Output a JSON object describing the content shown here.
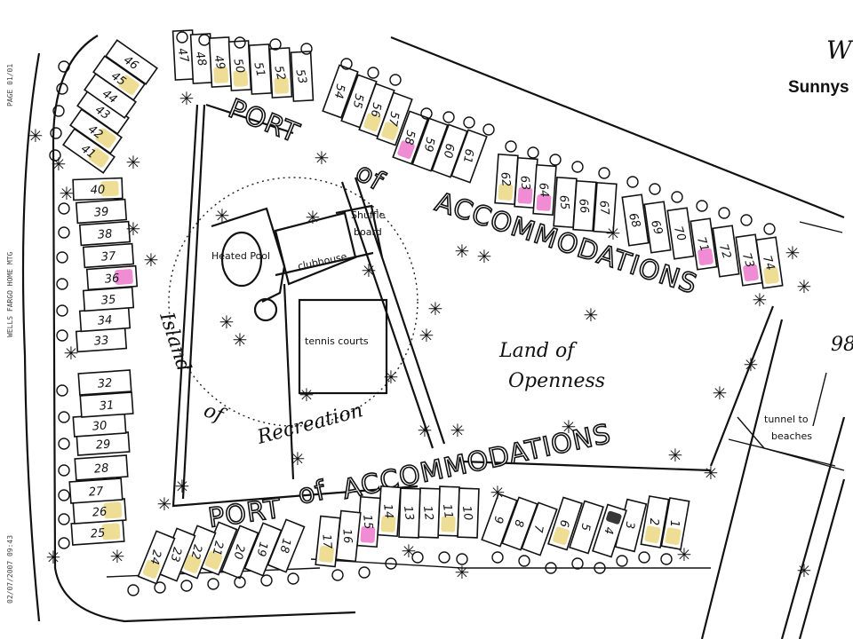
{
  "header": {
    "title_partial": "Sunnys",
    "script_partial": "W",
    "lot_number": "98"
  },
  "fax_header": {
    "date_time": "02/07/2007 09:43",
    "sender": "WELLS FARGO HOME MTG",
    "page": "PAGE 01/01"
  },
  "labels": {
    "port_top": "PORT",
    "of_top": "of",
    "accommodations_top": "ACCOMMODATIONS",
    "port_bottom": "PORT",
    "of_bottom": "of",
    "accommodations_bottom": "ACCOMMODATIONS",
    "land": "Land of",
    "openness": "Openness",
    "island": "Island",
    "island_of": "of",
    "recreation": "Recreation",
    "pool": "Heated Pool",
    "clubhouse": "clubhouse",
    "shuffle": "Shuffle",
    "board": "board",
    "tennis": "tennis courts",
    "tunnel": "tunnel to",
    "beaches": "beaches"
  },
  "colors": {
    "yellow_highlight": "#ecd98a",
    "pink_highlight": "#ee7fcf",
    "dark_mark": "#222222",
    "ink": "#111111"
  },
  "highlighted_units": {
    "yellow": [
      "1",
      "2",
      "6",
      "11",
      "14",
      "17",
      "21",
      "22",
      "24",
      "25",
      "26",
      "40",
      "41",
      "42",
      "45",
      "49",
      "50",
      "52",
      "56",
      "57",
      "62",
      "74"
    ],
    "pink": [
      "15",
      "36",
      "58",
      "63",
      "64",
      "71",
      "73"
    ],
    "dark": [
      "4"
    ]
  },
  "units": [
    "1",
    "2",
    "3",
    "4",
    "5",
    "6",
    "7",
    "8",
    "9",
    "10",
    "11",
    "12",
    "13",
    "14",
    "15",
    "16",
    "17",
    "18",
    "19",
    "20",
    "21",
    "22",
    "23",
    "24",
    "25",
    "26",
    "27",
    "28",
    "29",
    "30",
    "31",
    "32",
    "33",
    "34",
    "35",
    "36",
    "37",
    "38",
    "39",
    "40",
    "41",
    "42",
    "43",
    "44",
    "45",
    "46",
    "47",
    "48",
    "49",
    "50",
    "51",
    "52",
    "53",
    "54",
    "55",
    "56",
    "57",
    "58",
    "59",
    "60",
    "61",
    "62",
    "63",
    "64",
    "65",
    "66",
    "67",
    "68",
    "69",
    "70",
    "71",
    "72",
    "73",
    "74"
  ]
}
